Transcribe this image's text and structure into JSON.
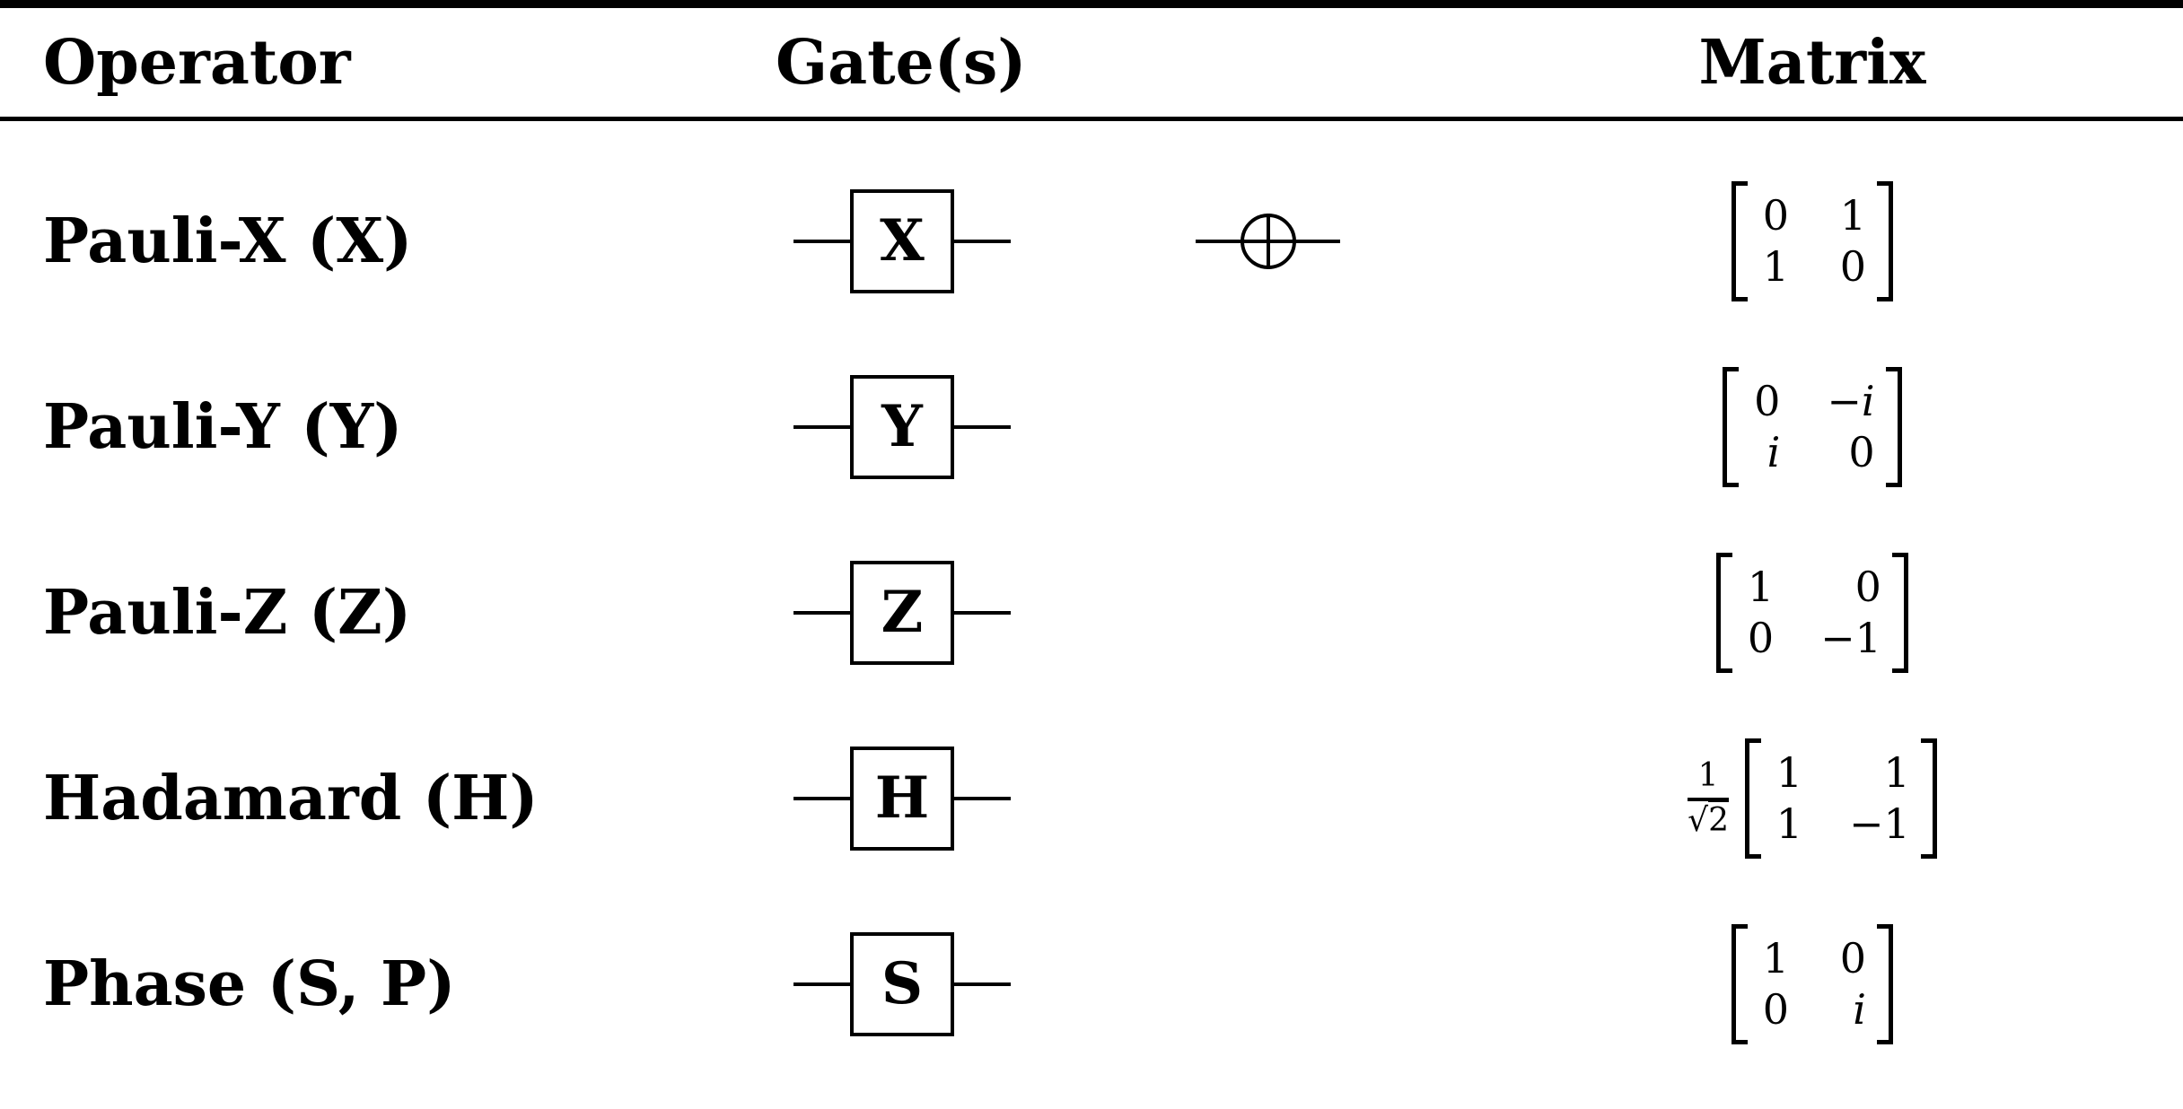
{
  "table": {
    "colors": {
      "ink": "#000000",
      "background": "#ffffff"
    },
    "headers": {
      "operator": "Operator",
      "gates": "Gate(s)",
      "matrix": "Matrix"
    },
    "rows": [
      {
        "operator": "Pauli-X (X)",
        "gate_label": "X",
        "extra_gate_symbol": "cnot-target",
        "matrix": {
          "cells": [
            [
              "0",
              "1"
            ],
            [
              "1",
              "0"
            ]
          ]
        }
      },
      {
        "operator": "Pauli-Y (Y)",
        "gate_label": "Y",
        "matrix": {
          "cells": [
            [
              "0",
              "−i"
            ],
            [
              "i",
              "0"
            ]
          ]
        }
      },
      {
        "operator": "Pauli-Z (Z)",
        "gate_label": "Z",
        "matrix": {
          "cells": [
            [
              "1",
              "0"
            ],
            [
              "0",
              "−1"
            ]
          ]
        }
      },
      {
        "operator": "Hadamard (H)",
        "gate_label": "H",
        "matrix": {
          "prefactor": {
            "numerator": "1",
            "radical": "√",
            "radicand": "2"
          },
          "cells": [
            [
              "1",
              "1"
            ],
            [
              "1",
              "−1"
            ]
          ]
        }
      },
      {
        "operator": "Phase (S, P)",
        "gate_label": "S",
        "matrix": {
          "cells": [
            [
              "1",
              "0"
            ],
            [
              "0",
              "i"
            ]
          ]
        }
      }
    ]
  }
}
